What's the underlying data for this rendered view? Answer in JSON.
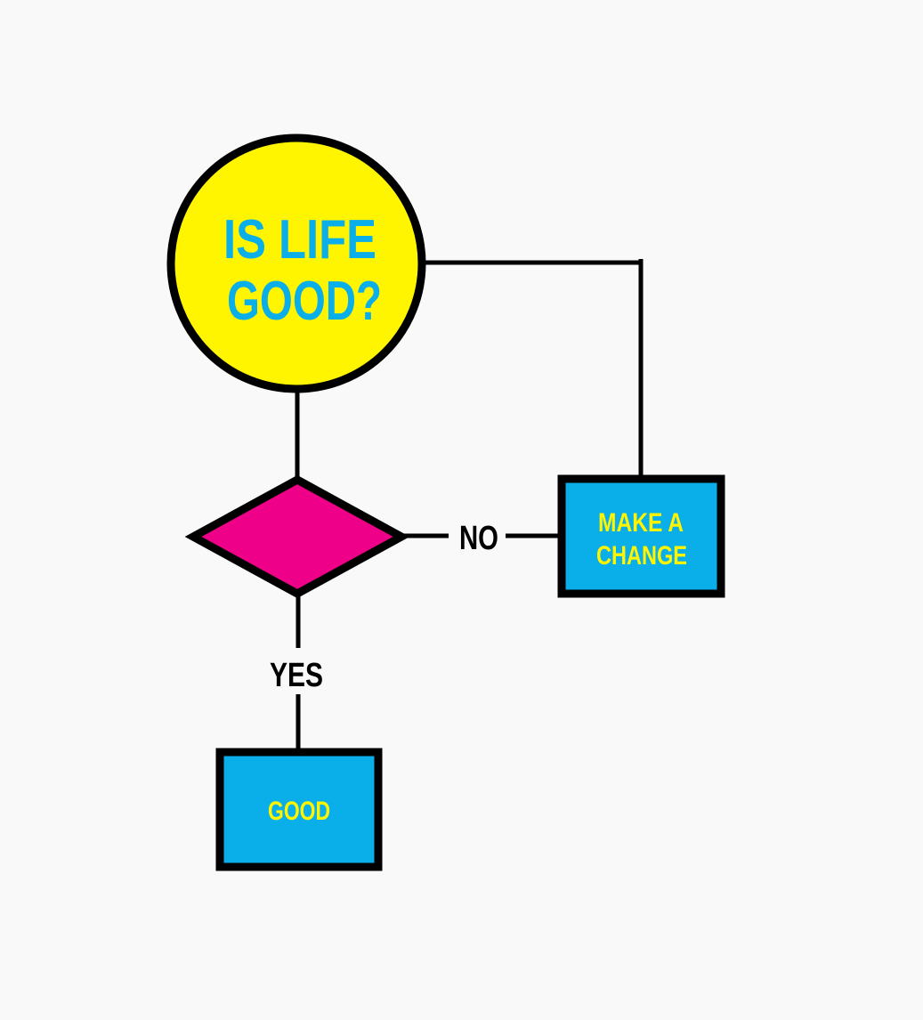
{
  "colors": {
    "background": "#f9f9f9",
    "stroke": "#000000",
    "circle_fill": "#fff500",
    "circle_text": "#0aaee9",
    "diamond_fill": "#ee0088",
    "box_fill": "#0aaee9",
    "box_text": "#fff500",
    "edge_label_text": "#000000"
  },
  "nodes": {
    "question": {
      "line1": "IS LIFE",
      "line2": "GOOD?"
    },
    "decision": {},
    "change_box": {
      "line1": "MAKE A",
      "line2": "CHANGE"
    },
    "good_box": {
      "label": "GOOD"
    }
  },
  "edges": {
    "no_label": "NO",
    "yes_label": "YES"
  }
}
